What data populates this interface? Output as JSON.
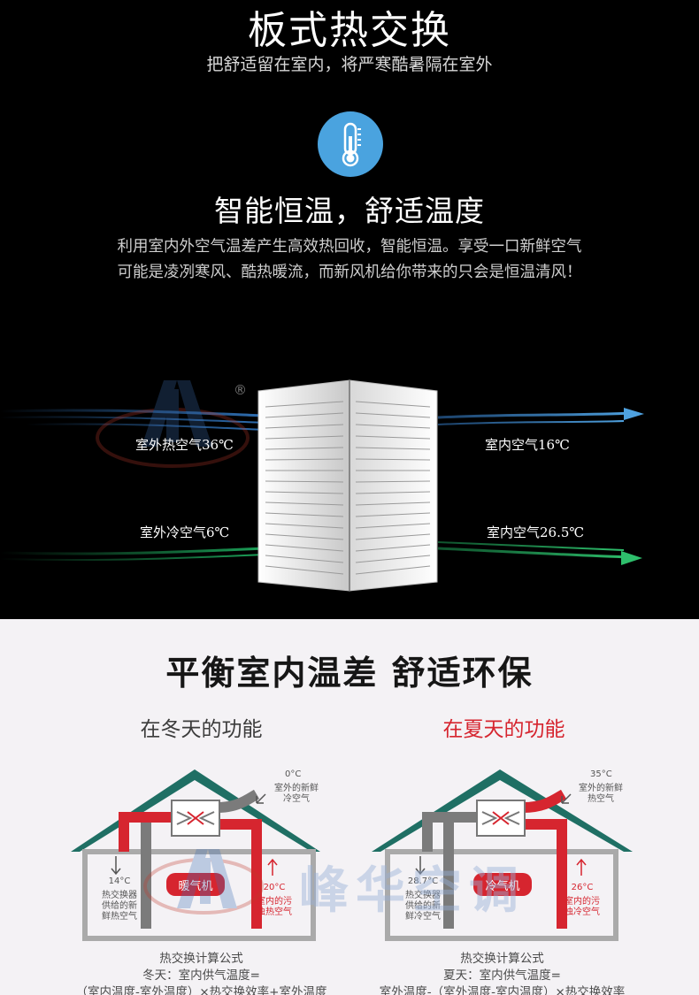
{
  "header": {
    "title": "板式热交换",
    "subtitle": "把舒适留在室内，将严寒酷暑隔在室外"
  },
  "feature": {
    "icon": "thermometer-icon",
    "title": "智能恒温，舒适温度",
    "desc_line1": "利用室内外空气温差产生高效热回收，智能恒温。享受一口新鲜空气",
    "desc_line2": "可能是凌冽寒风、酷热暖流，而新风机给你带来的只会是恒温清风！"
  },
  "airflow": {
    "outdoor_hot": "室外热空气36℃",
    "indoor_16": "室内空气16℃",
    "outdoor_cold": "室外冷空气6℃",
    "indoor_265": "室内空气26.5℃",
    "mark": "®"
  },
  "balance": {
    "title": "平衡室内温差 舒适环保",
    "winter_label": "在冬天的功能",
    "summer_label": "在夏天的功能"
  },
  "winter": {
    "outside_temp": "0°C",
    "outside_l1": "室外的新鲜",
    "outside_l2": "冷空气",
    "device": "暖气机",
    "supply_temp": "14°C",
    "supply_l1": "热交换器",
    "supply_l2": "供给的新",
    "supply_l3": "鲜热空气",
    "indoor_temp": "20°C",
    "indoor_l1": "室内的污",
    "indoor_l2": "浊热空气",
    "formula_title": "热交换计算公式",
    "formula_l1": "冬天：室内供气温度=",
    "formula_l2": "（室内温度-室外温度）×热交换效率+室外温度"
  },
  "summer": {
    "outside_temp": "35°C",
    "outside_l1": "室外的新鲜",
    "outside_l2": "热空气",
    "device": "冷气机",
    "supply_temp": "28.7°C",
    "supply_l1": "热交换器",
    "supply_l2": "供给的新",
    "supply_l3": "鲜冷空气",
    "indoor_temp": "26°C",
    "indoor_l1": "室内的污",
    "indoor_l2": "浊冷空气",
    "formula_title": "热交换计算公式",
    "formula_l1": "夏天：室内供气温度=",
    "formula_l2": "室外温度-（室外温度-室内温度）×热交换效率"
  },
  "watermark": {
    "brand": "峰华空调"
  },
  "colors": {
    "accent_blue": "#4aa3df",
    "hot_red": "#d6252f",
    "roof_teal": "#1f6f64",
    "duct_gray": "#7b7b7b",
    "cold_green": "#1ca35a",
    "flow_blue": "#3f86c4"
  }
}
